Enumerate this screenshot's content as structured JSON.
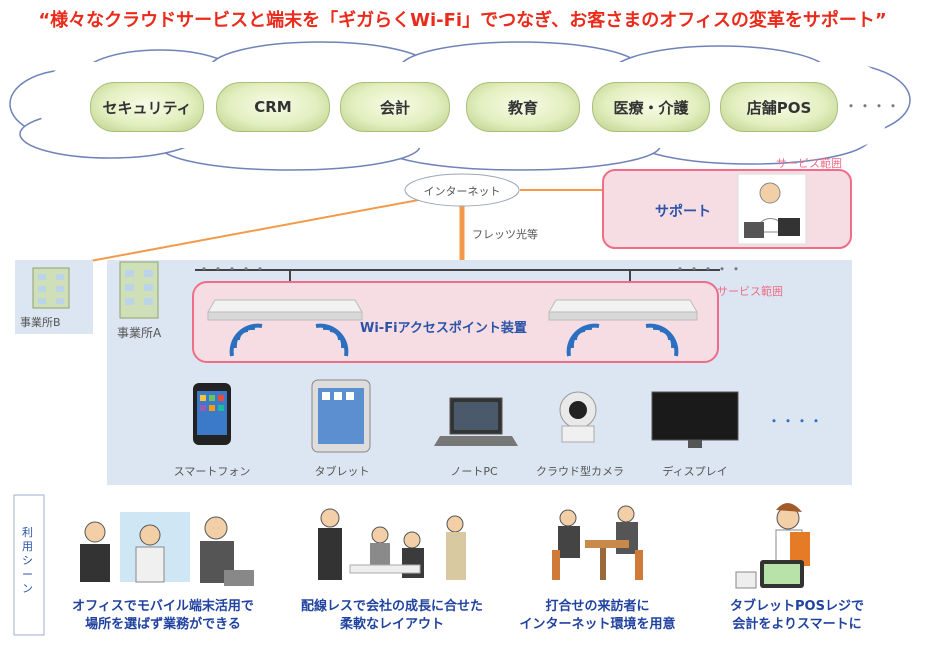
{
  "title": "“様々なクラウドサービスと端末を「ギガらくWi-Fi」でつなぎ、お客さまのオフィスの変革をサポート”",
  "cloud": {
    "services": [
      "セキュリティ",
      "CRM",
      "会計",
      "教育",
      "医療・介護",
      "店舗POS"
    ],
    "more": "・・・・"
  },
  "internet": "インターネット",
  "fletsu": "フレッツ光等",
  "support": {
    "label": "サポート",
    "service_range": "サービス範囲"
  },
  "offices": {
    "b": "事業所B",
    "a": "事業所A"
  },
  "lan": {
    "service_range": "サービス範囲",
    "ap_label": "Wi-Fiアクセスポイント装置",
    "dots_left": "・・・・・",
    "dots_right": "・・・・・"
  },
  "devices": {
    "items": [
      "スマートフォン",
      "タブレット",
      "ノートPC",
      "クラウド型カメラ",
      "ディスプレイ"
    ],
    "more": "・・・・"
  },
  "scenes": {
    "label": "利用シーン",
    "items": [
      [
        "オフィスでモバイル端末活用で",
        "場所を選ばず業務ができる"
      ],
      [
        "配線レスで会社の成長に合せた",
        "柔軟なレイアウト"
      ],
      [
        "打合せの来訪者に",
        "インターネット環境を用意"
      ],
      [
        "タブレットPOSレジで",
        "会計をよりスマートに"
      ]
    ]
  },
  "colors": {
    "title": "#ea2a1a",
    "service_range": "#ef6d86",
    "lan_bg": "#dce6f2",
    "line": "#f29a4a",
    "blue_text": "#2a53a8"
  }
}
